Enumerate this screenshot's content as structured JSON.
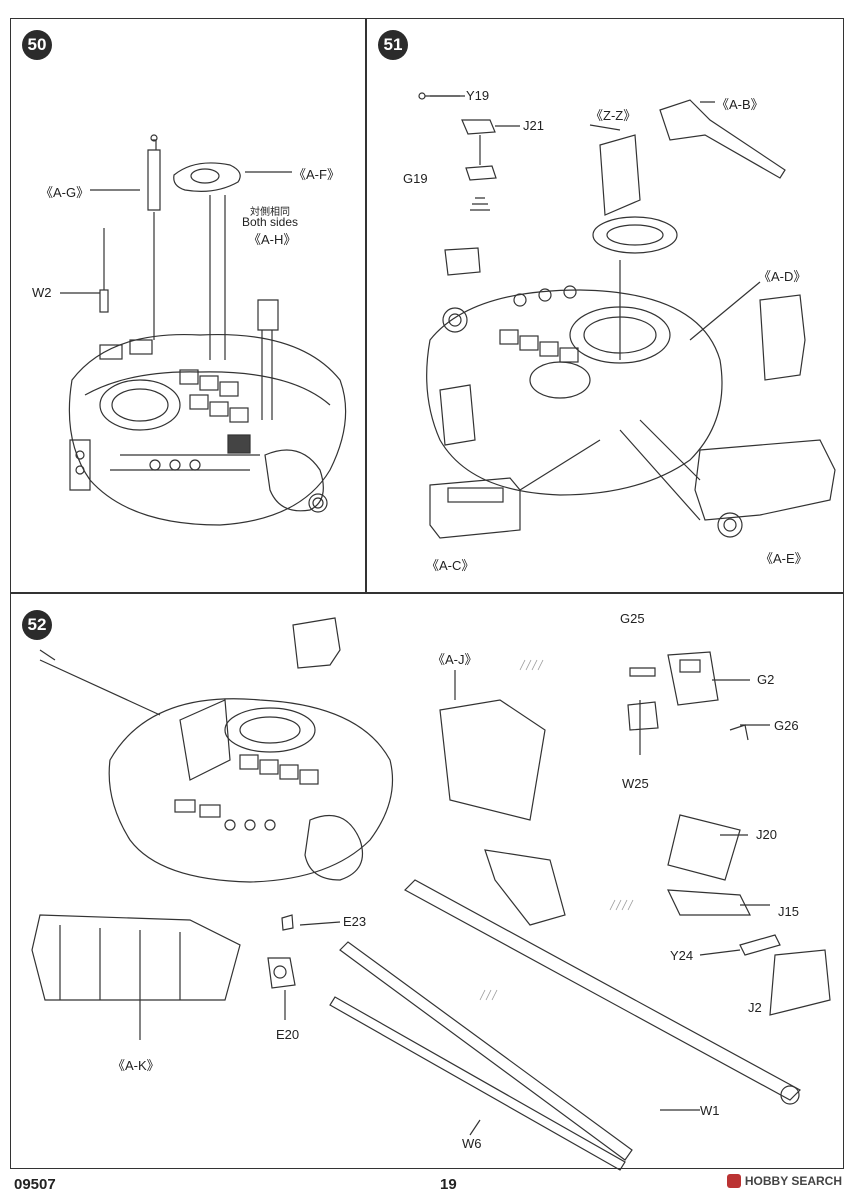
{
  "steps": {
    "s50": {
      "number": "50",
      "labels": {
        "ag": "《A-G》",
        "af": "《A-F》",
        "note_cn": "対側相同",
        "note_en": "Both sides",
        "ah": "《A-H》",
        "w2": "W2"
      }
    },
    "s51": {
      "number": "51",
      "labels": {
        "y19": "Y19",
        "j21": "J21",
        "g19": "G19",
        "zz": "《Z-Z》",
        "ab": "《A-B》",
        "ad": "《A-D》",
        "ac": "《A-C》",
        "ae": "《A-E》"
      }
    },
    "s52": {
      "number": "52",
      "labels": {
        "aj": "《A-J》",
        "g25": "G25",
        "g2": "G2",
        "g26": "G26",
        "w25": "W25",
        "j20": "J20",
        "j15": "J15",
        "y24": "Y24",
        "j2": "J2",
        "e23": "E23",
        "e20": "E20",
        "ak": "《A-K》",
        "w1": "W1",
        "w6": "W6"
      }
    }
  },
  "footer": {
    "code": "09507",
    "page": "19",
    "watermark": "HOBBY SEARCH"
  }
}
